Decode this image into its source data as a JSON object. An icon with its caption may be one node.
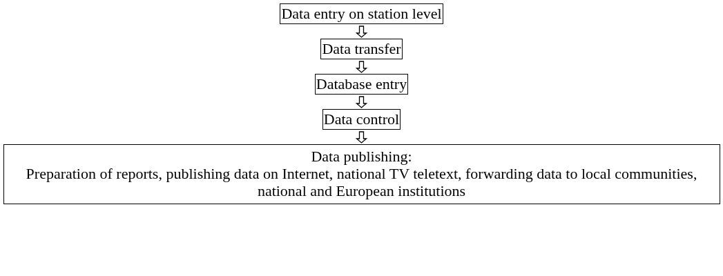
{
  "diagram": {
    "nodes": [
      {
        "text": [
          "Data entry on station level"
        ]
      },
      {
        "text": [
          "Data transfer"
        ]
      },
      {
        "text": [
          "Database entry"
        ]
      },
      {
        "text": [
          "Data control"
        ]
      },
      {
        "text": [
          "Data publishing:",
          "Preparation of reports, publishing data on Internet, national TV teletext, forwarding data to local communities, national and European institutions"
        ]
      }
    ],
    "edges": [
      {
        "from": 0,
        "to": 1,
        "arrow": "to"
      },
      {
        "from": 1,
        "to": 2,
        "arrow": "to"
      },
      {
        "from": 2,
        "to": 3,
        "arrow": "to"
      },
      {
        "from": 3,
        "to": 4,
        "arrow": "to"
      }
    ]
  }
}
